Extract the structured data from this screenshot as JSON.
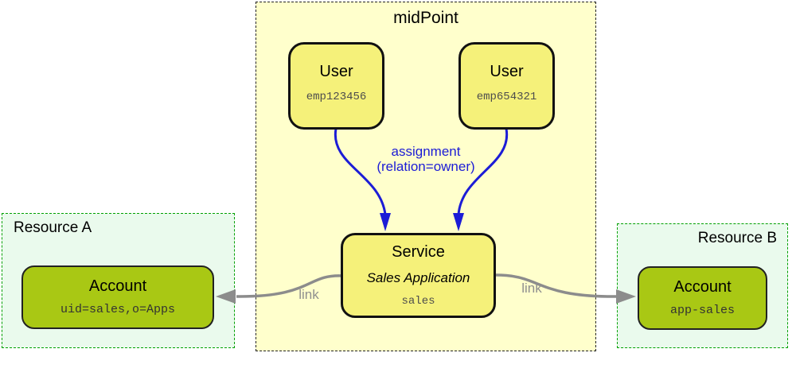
{
  "midpoint": {
    "title": "midPoint"
  },
  "users": [
    {
      "label": "User",
      "name": "emp123456"
    },
    {
      "label": "User",
      "name": "emp654321"
    }
  ],
  "service": {
    "label": "Service",
    "display_name": "Sales Application",
    "name": "sales"
  },
  "assignment": {
    "line1": "assignment",
    "line2": "(relation=owner)"
  },
  "links": {
    "left": "link",
    "right": "link"
  },
  "resource_a": {
    "title": "Resource A",
    "account": {
      "label": "Account",
      "name": "uid=sales,o=Apps"
    }
  },
  "resource_b": {
    "title": "Resource B",
    "account": {
      "label": "Account",
      "name": "app-sales"
    }
  },
  "colors": {
    "midpoint_fill": "#ffffcc",
    "node_fill": "#f5f17a",
    "node_border": "#111111",
    "resource_fill": "#eafaed",
    "resource_border": "#00a000",
    "account_fill": "#a9c814",
    "assignment_arrow": "#1c1cd6",
    "link_arrow": "#8c8c8c"
  }
}
